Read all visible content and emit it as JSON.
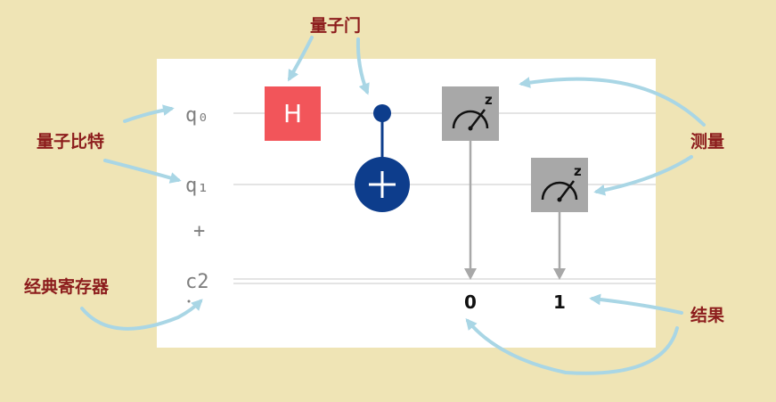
{
  "colors": {
    "background": "#efe4b5",
    "canvas": "#ffffff",
    "wire": "#dcdcdc",
    "wire_label": "#7f7f7f",
    "h_gate": "#f2555a",
    "cnot": "#0d3d8c",
    "measure_box": "#a8a8a8",
    "arrow": "#a9d6e5",
    "annotation": "#8c1c1c"
  },
  "circuit": {
    "qubits": [
      {
        "label": "q₀"
      },
      {
        "label": "q₁"
      }
    ],
    "register_collapse_symbol": "+",
    "classical": {
      "label": "c2"
    },
    "gates": {
      "h": {
        "label": "H"
      },
      "measure_q0": {
        "basis": "z",
        "icon": "meter-icon"
      },
      "measure_q1": {
        "basis": "z",
        "icon": "meter-icon"
      }
    },
    "results": {
      "bit0": "0",
      "bit1": "1"
    }
  },
  "annotations": {
    "gate": "量子门",
    "qubit": "量子比特",
    "classical_register": "经典寄存器",
    "measurement": "测量",
    "result": "结果"
  }
}
